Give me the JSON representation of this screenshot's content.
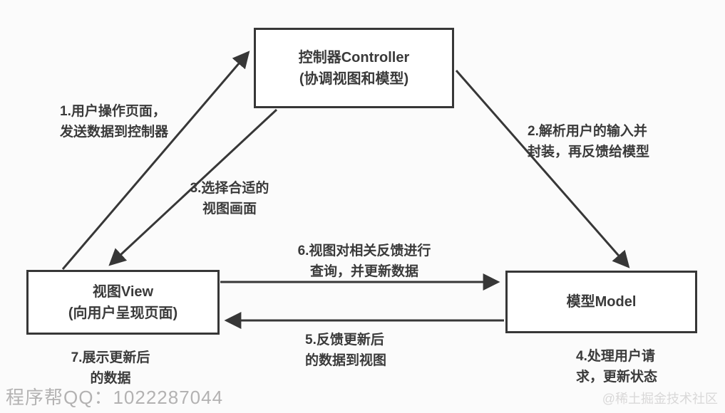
{
  "diagram": {
    "title_implicit": "MVC",
    "nodes": {
      "controller": {
        "title": "控制器Controller",
        "subtitle": "(协调视图和模型)"
      },
      "view": {
        "title": "视图View",
        "subtitle": "(向用户呈现页面)"
      },
      "model": {
        "title": "模型Model"
      }
    },
    "edges": {
      "e1": {
        "from": "view",
        "to": "controller",
        "label": "1.用户操作页面，\n发送数据到控制器"
      },
      "e2": {
        "from": "controller",
        "to": "model",
        "label": "2.解析用户的输入并\n封装，再反馈给模型"
      },
      "e3": {
        "from": "controller",
        "to": "view",
        "label": "3.选择合适的\n视图画面"
      },
      "e5": {
        "from": "model",
        "to": "view",
        "label": "5.反馈更新后\n的数据到视图"
      },
      "e6": {
        "from": "view",
        "to": "model",
        "label": "6.视图对相关反馈进行\n查询，并更新数据"
      }
    },
    "notes": {
      "n4": {
        "near": "model",
        "label": "4.处理用户请\n求，更新状态"
      },
      "n7": {
        "near": "view",
        "label": "7.展示更新后\n的数据"
      }
    },
    "watermarks": {
      "left": "程序帮QQ：1022287044",
      "right": "@稀土掘金技术社区"
    },
    "colors": {
      "line": "#373737",
      "text": "#3a3a3a",
      "background": "#fbfbfb",
      "box_fill": "#ffffff",
      "watermark_left": "#b3b2b2",
      "watermark_right": "#d9d8d8"
    }
  }
}
